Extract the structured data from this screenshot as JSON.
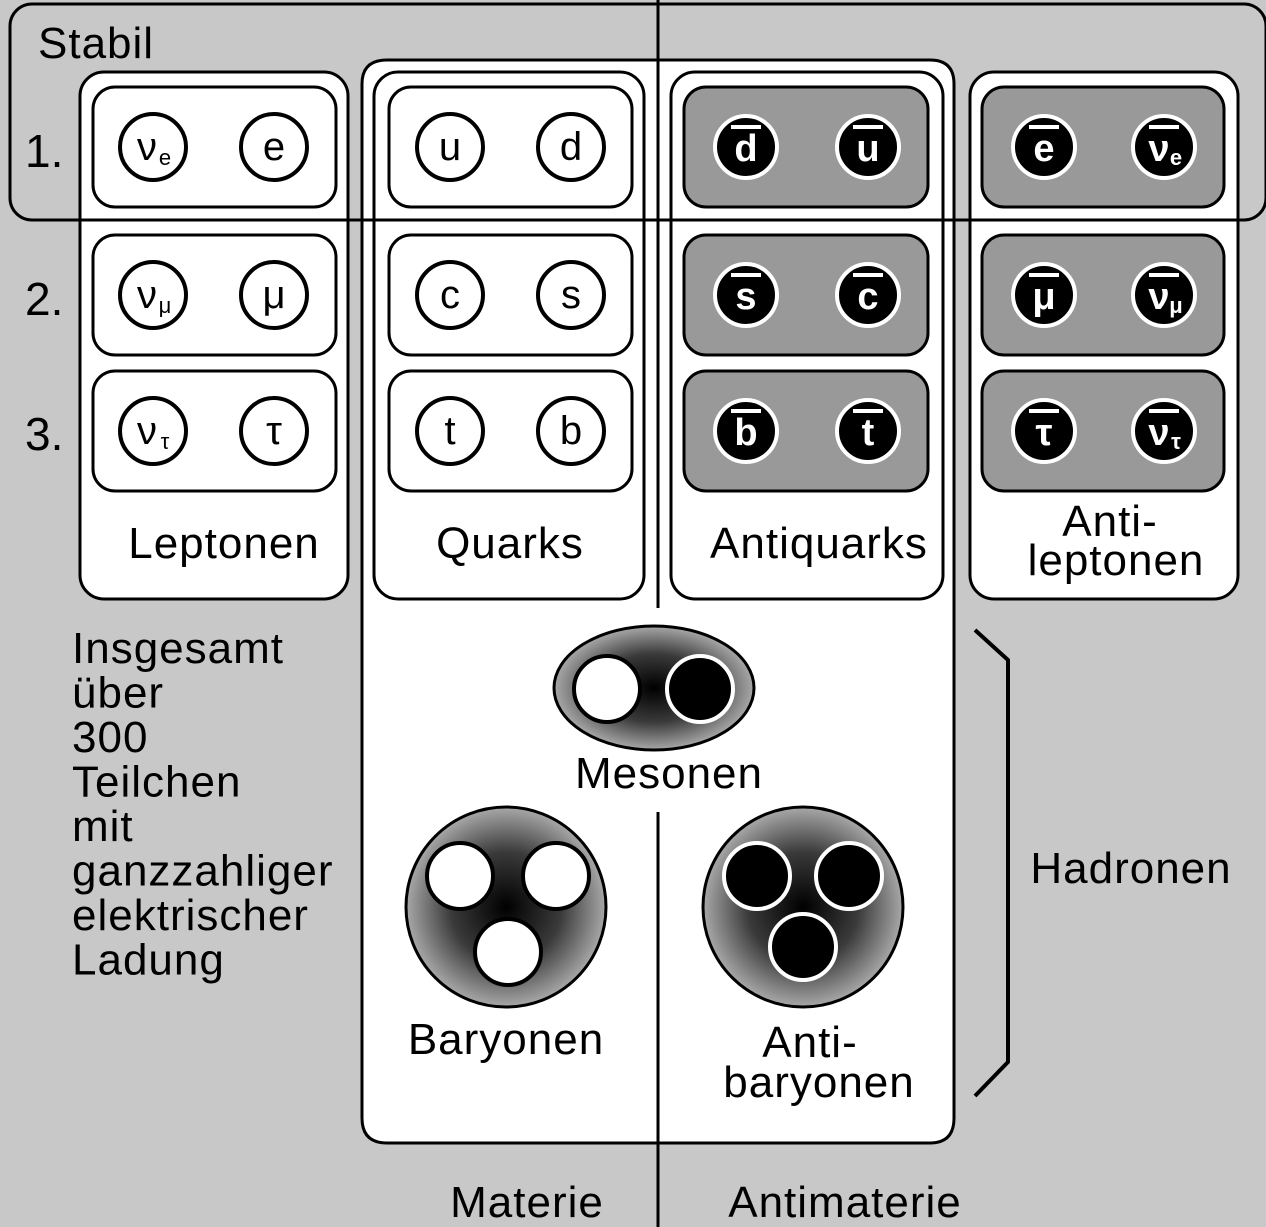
{
  "stable_label": "Stabil",
  "generations": [
    "1.",
    "2.",
    "3."
  ],
  "leptons": {
    "label": "Leptonen",
    "rows": [
      [
        {
          "s": "ν",
          "sub": "e"
        },
        {
          "s": "e"
        }
      ],
      [
        {
          "s": "ν",
          "sub": "μ"
        },
        {
          "s": "μ"
        }
      ],
      [
        {
          "s": "ν",
          "sub": "τ"
        },
        {
          "s": "τ"
        }
      ]
    ]
  },
  "quarks": {
    "label": "Quarks",
    "rows": [
      [
        {
          "s": "u"
        },
        {
          "s": "d"
        }
      ],
      [
        {
          "s": "c"
        },
        {
          "s": "s"
        }
      ],
      [
        {
          "s": "t"
        },
        {
          "s": "b"
        }
      ]
    ]
  },
  "antiquarks": {
    "label": "Antiquarks",
    "rows": [
      [
        {
          "s": "d"
        },
        {
          "s": "u"
        }
      ],
      [
        {
          "s": "s"
        },
        {
          "s": "c"
        }
      ],
      [
        {
          "s": "b"
        },
        {
          "s": "t"
        }
      ]
    ]
  },
  "antileptons": {
    "label_line1": "Anti-",
    "label_line2": "leptonen",
    "rows": [
      [
        {
          "s": "e"
        },
        {
          "s": "ν",
          "sub": "e"
        }
      ],
      [
        {
          "s": "μ"
        },
        {
          "s": "ν",
          "sub": "μ"
        }
      ],
      [
        {
          "s": "τ"
        },
        {
          "s": "ν",
          "sub": "τ"
        }
      ]
    ]
  },
  "note_lines": [
    "Insgesamt",
    "über",
    "300",
    "Teilchen",
    "mit",
    "ganzzahliger",
    "elektrischer",
    "Ladung"
  ],
  "mesons_label": "Mesonen",
  "baryons_label": "Baryonen",
  "antibaryons_line1": "Anti-",
  "antibaryons_line2": "baryonen",
  "hadrons_label": "Hadronen",
  "matter_label": "Materie",
  "antimatter_label": "Antimaterie",
  "colors": {
    "background": "#c8c8c8",
    "panel": "#ffffff",
    "antiparticle_box": "#999999",
    "stroke": "#000000"
  }
}
